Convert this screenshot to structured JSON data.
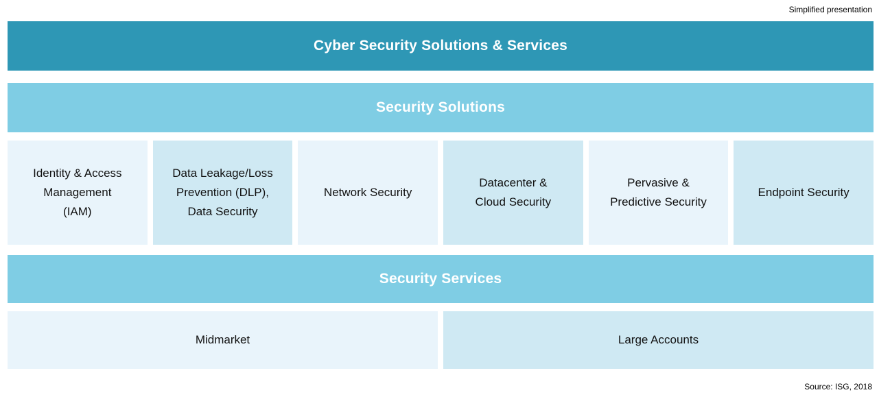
{
  "meta": {
    "top_note": "Simplified presentation",
    "source_note": "Source: ISG, 2018"
  },
  "colors": {
    "banner_dark": "#2E97B5",
    "banner_light": "#7FCDE4",
    "box_pale": "#E9F4FB",
    "box_mid": "#CFE9F3",
    "banner_text": "#FFFFFF",
    "box_text": "#111111",
    "background": "#FFFFFF"
  },
  "diagram": {
    "title_banner": {
      "label": "Cyber Security Solutions & Services"
    },
    "solutions_banner": {
      "label": "Security Solutions"
    },
    "solution_boxes": [
      {
        "label": "Identity & Access\nManagement\n(IAM)",
        "tone": "pale"
      },
      {
        "label": "Data Leakage/Loss\nPrevention (DLP),\nData Security",
        "tone": "mid"
      },
      {
        "label": "Network Security",
        "tone": "pale"
      },
      {
        "label": "Datacenter &\nCloud Security",
        "tone": "mid"
      },
      {
        "label": "Pervasive &\nPredictive Security",
        "tone": "pale"
      },
      {
        "label": "Endpoint Security",
        "tone": "mid"
      }
    ],
    "services_banner": {
      "label": "Security Services"
    },
    "segment_boxes": [
      {
        "label": "Midmarket",
        "tone": "pale"
      },
      {
        "label": "Large Accounts",
        "tone": "mid"
      }
    ]
  }
}
